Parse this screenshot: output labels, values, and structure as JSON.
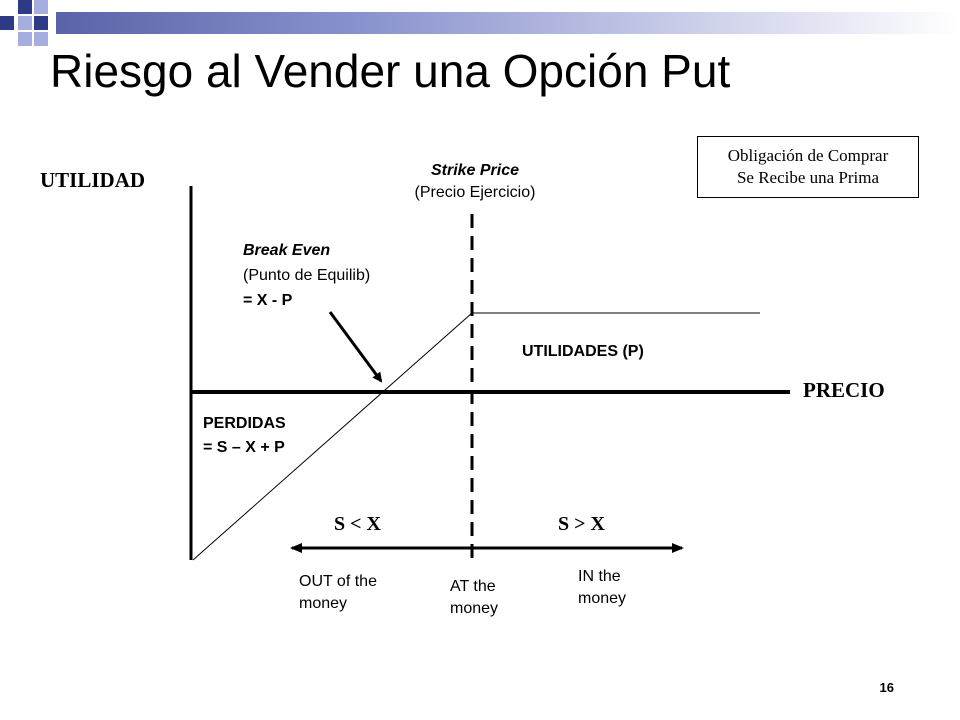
{
  "slide": {
    "title": "Riesgo al Vender una Opción Put",
    "page_number": "16"
  },
  "note_box": {
    "line1": "Obligación de Comprar",
    "line2": "Se Recibe una Prima"
  },
  "diagram": {
    "y_axis_label": "UTILIDAD",
    "x_axis_label": "PRECIO",
    "strike": {
      "line1": "Strike Price",
      "line2": "(Precio Ejercicio)"
    },
    "break_even": {
      "line1": "Break Even",
      "line2": "(Punto de Equilib)",
      "line3": "= X - P"
    },
    "profits_label": "UTILIDADES (P)",
    "losses": {
      "line1": "PERDIDAS",
      "line2": "= S – X + P"
    },
    "s_less_x": "S < X",
    "s_greater_x": "S > X",
    "out_money": {
      "line1": "OUT of the",
      "line2": "money"
    },
    "at_money": {
      "line1": "AT the",
      "line2": "money"
    },
    "in_money": {
      "line1": "IN the",
      "line2": "money"
    }
  },
  "colors": {
    "accent_dark": "#2f3a87",
    "accent_light": "#a6aee0"
  }
}
